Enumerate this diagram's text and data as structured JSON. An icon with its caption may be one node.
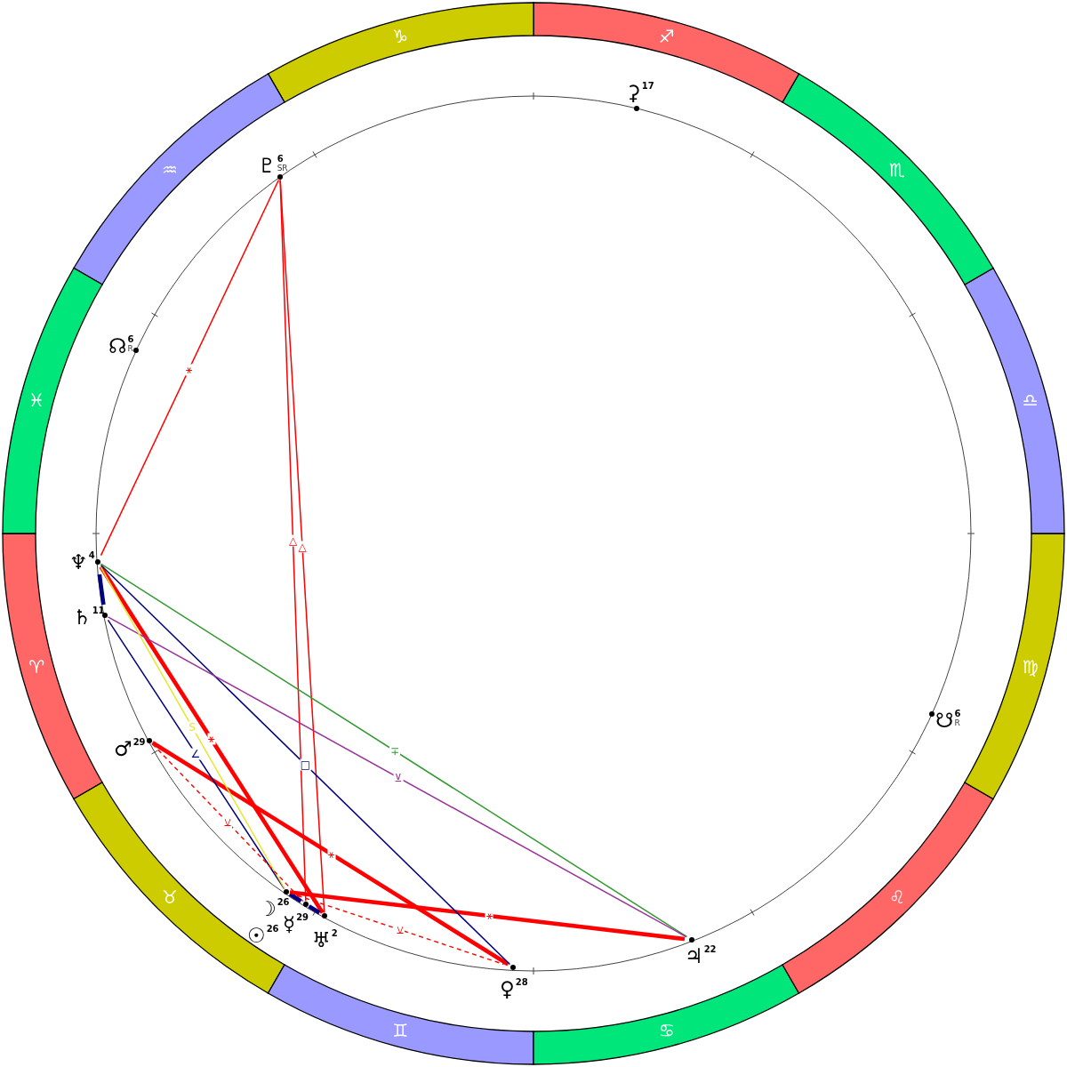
{
  "diagram": {
    "nodes": [
      {
        "text": [
          "♈"
        ]
      },
      {
        "text": [
          "♉"
        ]
      },
      {
        "text": [
          "♊"
        ]
      },
      {
        "text": [
          "♋"
        ]
      },
      {
        "text": [
          "♌"
        ]
      },
      {
        "text": [
          "♍"
        ]
      },
      {
        "text": [
          "♎"
        ]
      },
      {
        "text": [
          "♏"
        ]
      },
      {
        "text": [
          "♐"
        ]
      },
      {
        "text": [
          "♑"
        ]
      },
      {
        "text": [
          "♒"
        ]
      },
      {
        "text": [
          "♓"
        ]
      },
      {
        "text": [
          "⚳",
          "17"
        ]
      },
      {
        "text": [
          "♇",
          "6",
          "SR"
        ]
      },
      {
        "text": [
          "☊",
          "6",
          "R"
        ]
      },
      {
        "text": [
          "♆",
          "4"
        ]
      },
      {
        "text": [
          "♄",
          "11"
        ]
      },
      {
        "text": [
          "☋",
          "6",
          "R"
        ]
      },
      {
        "text": [
          "♂",
          "29"
        ]
      },
      {
        "text": [
          "☽",
          "26"
        ]
      },
      {
        "text": [
          "☿",
          "29"
        ]
      },
      {
        "text": [
          "☉",
          "26"
        ]
      },
      {
        "text": [
          "♅",
          "2"
        ]
      },
      {
        "text": [
          "♃",
          "22"
        ]
      },
      {
        "text": [
          "♀",
          "28"
        ]
      }
    ],
    "edges": [
      {
        "from": 15,
        "to": 13,
        "arrow": "none",
        "label": "⚹"
      },
      {
        "from": 13,
        "to": 20,
        "arrow": "none",
        "label": "△"
      },
      {
        "from": 13,
        "to": 22,
        "arrow": "none",
        "label": "△"
      },
      {
        "from": 15,
        "to": 16,
        "arrow": "none",
        "style": "thick",
        "color": "#000080"
      },
      {
        "from": 15,
        "to": 24,
        "arrow": "none",
        "label": "□",
        "color": "#000080"
      },
      {
        "from": 15,
        "to": 23,
        "arrow": "none",
        "label": "∓",
        "color": "#339933"
      },
      {
        "from": 16,
        "to": 23,
        "arrow": "none",
        "label": "⊻",
        "color": "#993399"
      },
      {
        "from": 16,
        "to": 19,
        "arrow": "none",
        "label": "∠",
        "color": "#000080"
      },
      {
        "from": 15,
        "to": 19,
        "arrow": "none",
        "label": "S",
        "color": "#e6e62e"
      },
      {
        "from": 15,
        "to": 22,
        "arrow": "none",
        "label": "⚹",
        "style": "thick"
      },
      {
        "from": 18,
        "to": 24,
        "arrow": "none",
        "label": "⚹",
        "style": "thick"
      },
      {
        "from": 18,
        "to": 20,
        "arrow": "none",
        "label": "⚺",
        "style": "dashed"
      },
      {
        "from": 19,
        "to": 24,
        "arrow": "none",
        "label": "⚺",
        "style": "dashed"
      },
      {
        "from": 19,
        "to": 23,
        "arrow": "none",
        "label": "⚹",
        "style": "thick"
      },
      {
        "from": 19,
        "to": 20,
        "arrow": "none",
        "style": "thick",
        "color": "#000080"
      },
      {
        "from": 20,
        "to": 22,
        "arrow": "none",
        "style": "thick",
        "color": "#000080"
      }
    ]
  }
}
